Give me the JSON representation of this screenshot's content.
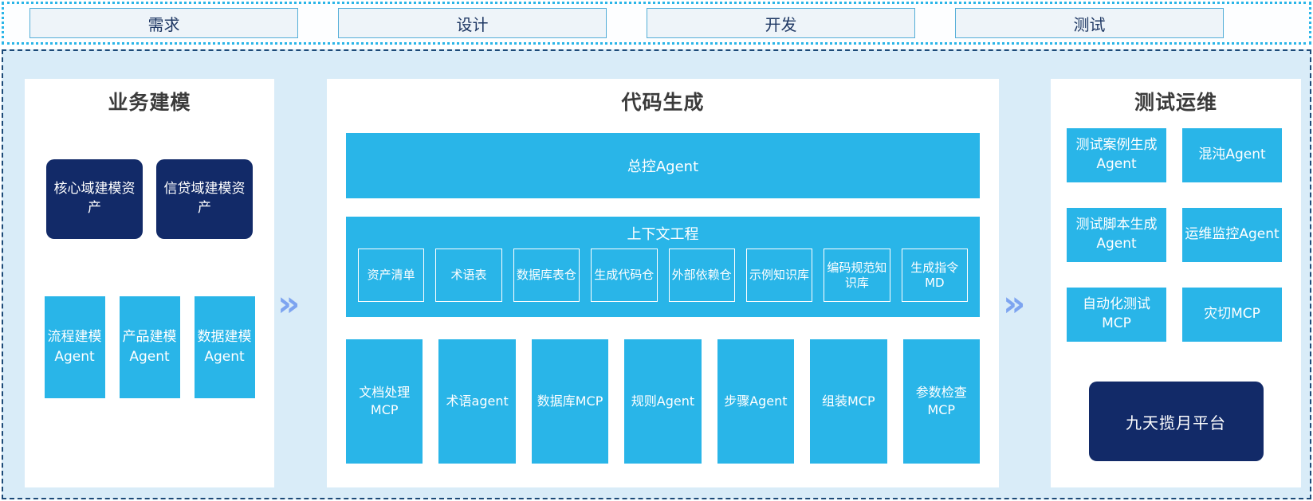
{
  "colors": {
    "cyan": "#29b5e8",
    "navy": "#122a68",
    "band_background": "#d9ecf8",
    "chevron": "#7da4f0",
    "dashed_border": "#1c4a78",
    "dotted_border": "#2ab5e8"
  },
  "phases": [
    {
      "label": "需求"
    },
    {
      "label": "设计"
    },
    {
      "label": "开发"
    },
    {
      "label": "测试"
    }
  ],
  "chevron_glyph": "»",
  "business_modeling": {
    "title": "业务建模",
    "assets": [
      {
        "label": "核心域建模资产"
      },
      {
        "label": "信贷域建模资产"
      }
    ],
    "agents": [
      {
        "label": "流程建模Agent"
      },
      {
        "label": "产品建模Agent"
      },
      {
        "label": "数据建模Agent"
      }
    ]
  },
  "code_generation": {
    "title": "代码生成",
    "master_agent": "总控Agent",
    "context_engineering": {
      "title": "上下文工程",
      "items": [
        {
          "label": "资产清单"
        },
        {
          "label": "术语表"
        },
        {
          "label": "数据库表仓"
        },
        {
          "label": "生成代码仓"
        },
        {
          "label": "外部依赖仓"
        },
        {
          "label": "示例知识库"
        },
        {
          "label": "编码规范知识库"
        },
        {
          "label": "生成指令MD"
        }
      ]
    },
    "mcp_agents": [
      {
        "label": "文档处理MCP"
      },
      {
        "label": "术语agent"
      },
      {
        "label": "数据库MCP"
      },
      {
        "label": "规则Agent"
      },
      {
        "label": "步骤Agent"
      },
      {
        "label": "组装MCP"
      },
      {
        "label": "参数检查MCP"
      }
    ]
  },
  "test_ops": {
    "title": "测试运维",
    "items": [
      {
        "label": "测试案例生成Agent"
      },
      {
        "label": "混沌Agent"
      },
      {
        "label": "测试脚本生成Agent"
      },
      {
        "label": "运维监控Agent"
      },
      {
        "label": "自动化测试MCP"
      },
      {
        "label": "灾切MCP"
      }
    ],
    "platform": "九天揽月平台"
  }
}
